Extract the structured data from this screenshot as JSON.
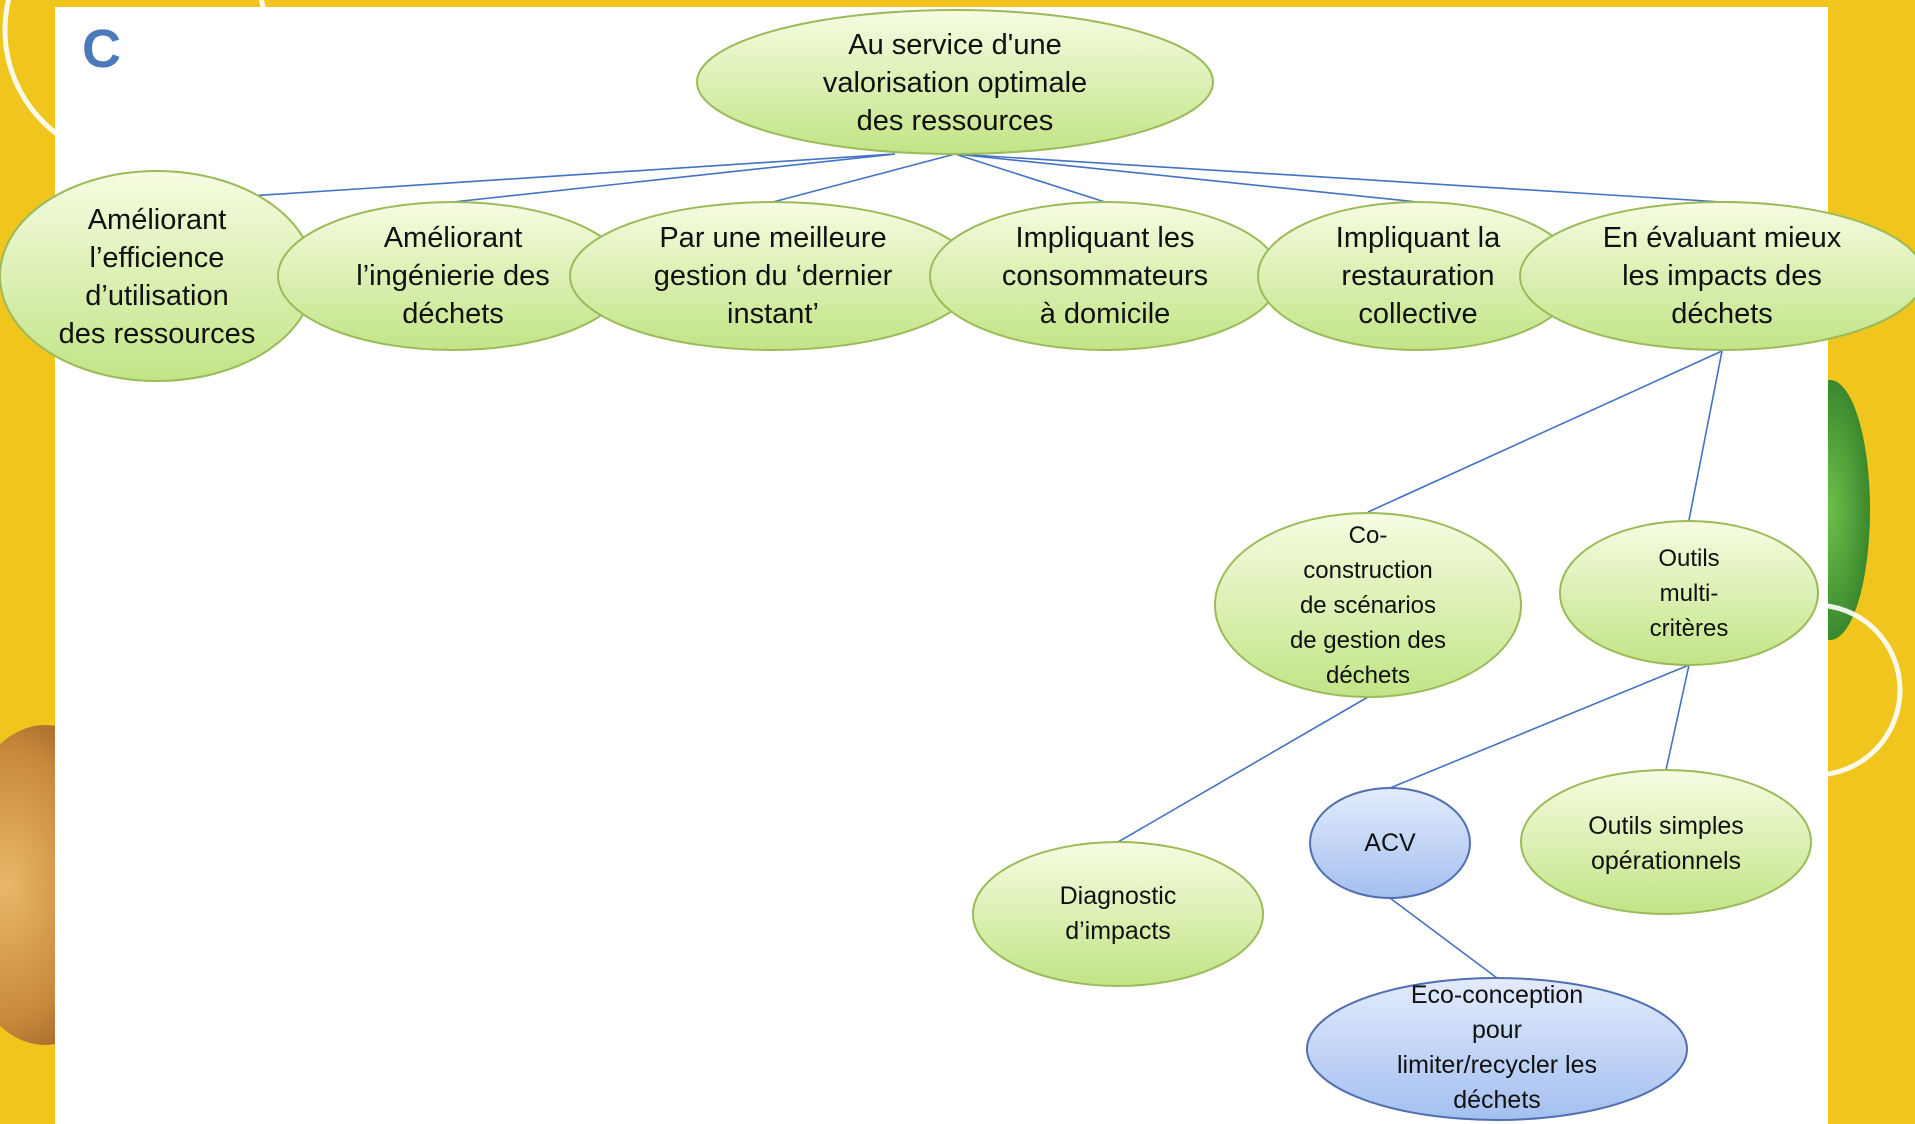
{
  "panel_letter": "C",
  "colors": {
    "background": "#efc51e",
    "panel": "#ffffff",
    "connector": "#4472c4",
    "green_node_light": "#f4fbdc",
    "green_node_dark": "#c6e68a",
    "green_node_border": "#9bbb59",
    "blue_node_light": "#dfe9fb",
    "blue_node_dark": "#a8c2f0",
    "blue_node_border": "#4f6fb0"
  },
  "nodes": {
    "root": {
      "label": "Au service d'une\nvalorisation optimale\ndes ressources"
    },
    "b1": {
      "label": "Améliorant\nl’efficience\nd’utilisation\ndes ressources"
    },
    "b2": {
      "label": "Améliorant\nl’ingénierie des\ndéchets"
    },
    "b3": {
      "label": "Par une meilleure\ngestion du ‘dernier\ninstant’"
    },
    "b4": {
      "label": "Impliquant les\nconsommateurs\nà domicile"
    },
    "b5": {
      "label": "Impliquant la\nrestauration\ncollective"
    },
    "b6": {
      "label": "En évaluant mieux\nles impacts des\ndéchets"
    },
    "coconst": {
      "label": "Co-\nconstruction\nde scénarios\nde gestion des\ndéchets"
    },
    "outils": {
      "label": "Outils\nmulti-\ncritères"
    },
    "diag": {
      "label": "Diagnostic\nd’impacts"
    },
    "acv": {
      "label": "ACV"
    },
    "simples": {
      "label": "Outils simples\nopérationnels"
    },
    "eco": {
      "label": "Eco-conception\npour\nlimiter/recycler les\ndéchets"
    }
  }
}
